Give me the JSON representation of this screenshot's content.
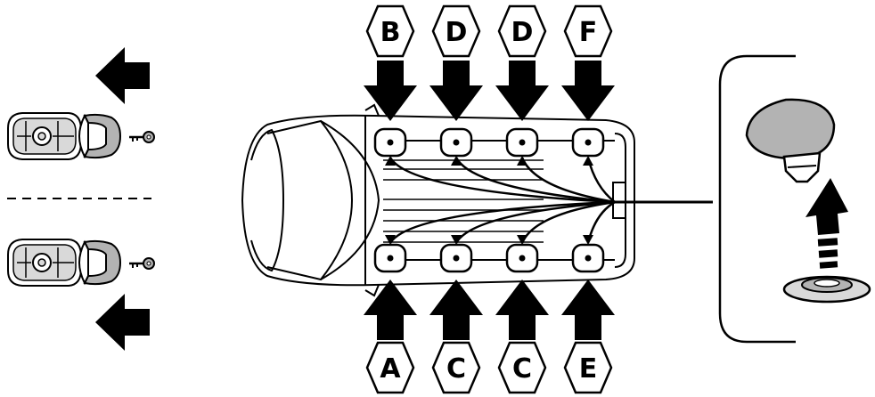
{
  "diagram": {
    "top_labels": [
      "B",
      "D",
      "D",
      "F"
    ],
    "bottom_labels": [
      "A",
      "C",
      "C",
      "E"
    ],
    "colors": {
      "line": "#000000",
      "fill_white": "#ffffff",
      "fill_grey": "#b3b3b3",
      "fill_light_grey": "#d9d9d9"
    },
    "icons": [
      "arrow-left-icon",
      "key-fob-icon",
      "key-icon",
      "car-top-view-icon",
      "anchor-point-icon",
      "arrow-down-icon",
      "arrow-up-icon",
      "floor-stud-icon",
      "dashed-arrow-up-icon"
    ]
  }
}
